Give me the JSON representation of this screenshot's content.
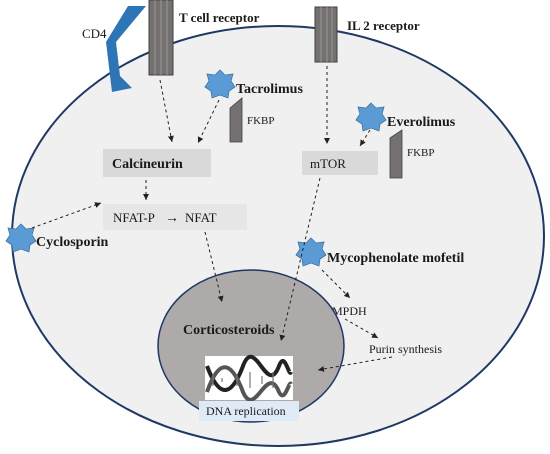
{
  "labels": {
    "cd4": "CD4",
    "t_cell_receptor": "T cell receptor",
    "il2_receptor": "IL 2 receptor",
    "tacrolimus": "Tacrolimus",
    "fkbp_left": "FKBP",
    "everolimus": "Everolimus",
    "fkbp_right": "FKBP",
    "calcineurin": "Calcineurin",
    "mtor": "mTOR",
    "nfat_p": "NFAT-P",
    "nfat_arrow": "→",
    "nfat": "NFAT",
    "cyclosporin": "Cyclosporin",
    "mycophenolate": "Mycophenolate mofetil",
    "impdh": "IMPDH",
    "purin_synthesis": "Purin synthesis",
    "corticosteroids": "Corticosteroids",
    "dna_replication": "DNA replication"
  },
  "colors": {
    "cell_fill": "#f0f0f1",
    "cell_stroke": "#1f3864",
    "receptor_fill": "#767171",
    "cd4_fill": "#2e75b6",
    "drug_fill": "#5b9bd5",
    "box_fill": "#d9d9d9",
    "nucleus_fill": "#aeaaaa",
    "dna_box_fill": "#deebf7"
  },
  "icons": {
    "drug": "star-polygon-icon",
    "receptor": "rod-receptor-icon",
    "dna": "dna-helix-icon"
  }
}
